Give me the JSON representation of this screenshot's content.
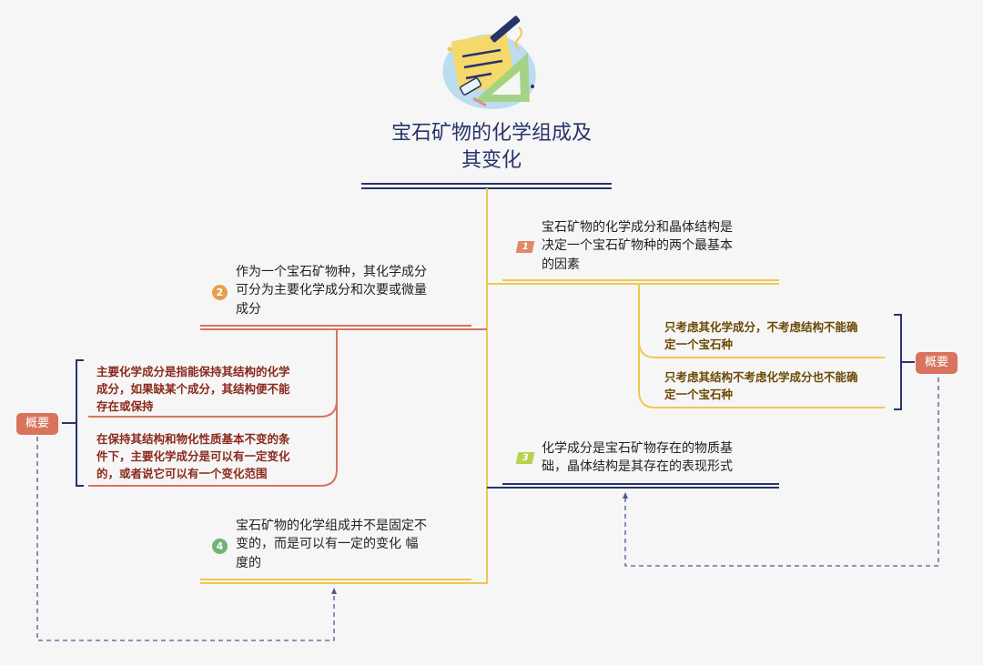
{
  "title": "宝石矿物的化学组成及\n其变化",
  "colors": {
    "trunk": "#f1c84e",
    "navy": "#27336b",
    "orange": "#e6a04c",
    "red": "#d9735e",
    "lime": "#b5d34f",
    "green": "#6fb47a",
    "subtext": "#6b4a06",
    "redtext": "#8a2a1c",
    "dash": "#4a5a95"
  },
  "branches": [
    {
      "number": "1",
      "text": "宝石矿物的化学成分和晶体结构是\n决定一个宝石矿物种的两个最基本\n的因素"
    },
    {
      "number": "2",
      "text": "作为一个宝石矿物种，其化学成分\n可分为主要化学成分和次要或微量\n成分"
    },
    {
      "number": "3",
      "text": "化学成分是宝石矿物存在的物质基\n础，晶体结构是其存在的表现形式"
    },
    {
      "number": "4",
      "text": "宝石矿物的化学组成并不是固定不\n变的，而是可以有一定的变化 幅\n度的"
    }
  ],
  "sub_right": [
    {
      "text": "只考虑其化学成分，不考虑结构不能确\n定一个宝石种"
    },
    {
      "text": "只考虑其结构不考虑化学成分也不能确\n定一个宝石种"
    }
  ],
  "sub_left": [
    {
      "text": "主要化学成分是指能保持其结构的化学\n成分，如果缺某个成分，其结构便不能\n存在或保持"
    },
    {
      "text": "在保持其结构和物化性质基本不变的条\n件下，主要化学成分是可以有一定变化\n的，或者说它可以有一个变化范围"
    }
  ],
  "summary_right": "概要",
  "summary_left": "概要"
}
